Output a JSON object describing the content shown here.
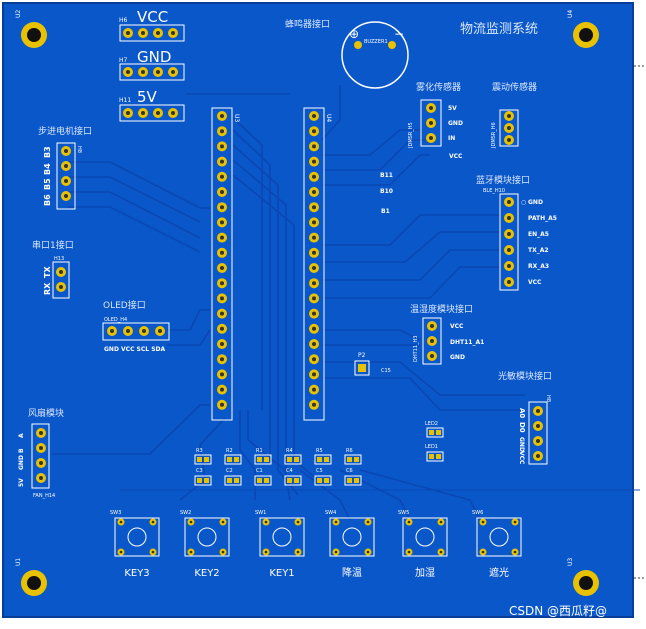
{
  "title": "物流监测系统",
  "watermark": "CSDN @西瓜籽@",
  "colors": {
    "board": "#0a57c9",
    "board_edge": "#0b3f9c",
    "trace": "#0b49b8",
    "pad": "#e8c100",
    "silk": "#ffffff",
    "label_cn": "#dbe7ff"
  },
  "mount_holes": {
    "tl": "U2",
    "tr": "U4",
    "bl": "U1",
    "br": "U3"
  },
  "power_headers": [
    {
      "label": "VCC",
      "ref": "H6"
    },
    {
      "label": "GND",
      "ref": "H7"
    },
    {
      "label": "5V",
      "ref": "H11"
    }
  ],
  "buzzer": {
    "label": "蜂鸣器接口",
    "ref": "BUZZER1"
  },
  "mcu_headers": {
    "left": "U3",
    "right": "U4"
  },
  "stepper": {
    "label": "步进电机接口",
    "ref": "H8",
    "pins": [
      "B3",
      "B4",
      "B5",
      "B6"
    ]
  },
  "uart": {
    "label": "串口1接口",
    "ref": "H13",
    "pins": [
      "RX",
      "TX"
    ]
  },
  "oled": {
    "label": "OLED接口",
    "ref": "OLED_H4",
    "pins": "GND VCC SCL SDA"
  },
  "fan": {
    "label": "风扇模块",
    "ref": "FAN_H14",
    "pins": [
      "A",
      "B",
      "GND",
      "5V"
    ]
  },
  "mist": {
    "label": "雾化传感器",
    "ref": "JDMSR_H5",
    "pins": [
      "5V",
      "GND",
      "IN"
    ],
    "vcc": "VCC",
    "pin_labels": [
      "B11",
      "B10",
      "B1"
    ]
  },
  "vibration": {
    "label": "震动传感器",
    "ref": "JDMSR_H6"
  },
  "bluetooth": {
    "label": "蓝牙模块接口",
    "ref": "BLE_H10",
    "pins": [
      "GND",
      "PATH_A5",
      "EN_A5",
      "TX_A2",
      "RX_A3",
      "VCC"
    ]
  },
  "dht": {
    "label": "温湿度模块接口",
    "ref": "DHT11_H3",
    "pins": [
      "VCC",
      "DHT11_A1",
      "GND"
    ]
  },
  "p2": {
    "ref": "P2",
    "cap": "C15"
  },
  "light": {
    "label": "光敏模块接口",
    "ref": "H8",
    "pins": [
      "A0",
      "D0",
      "GND",
      "VCC"
    ]
  },
  "leds": [
    "LED2",
    "LED1"
  ],
  "resistors": [
    "R3",
    "R2",
    "R1",
    "R4",
    "R5",
    "R6"
  ],
  "caps": [
    "C3",
    "C2",
    "C1",
    "C4",
    "C5",
    "C6"
  ],
  "switches": [
    {
      "ref": "SW3",
      "label": "KEY3"
    },
    {
      "ref": "SW2",
      "label": "KEY2"
    },
    {
      "ref": "SW1",
      "label": "KEY1"
    },
    {
      "ref": "SW4",
      "label": "降温"
    },
    {
      "ref": "SW5",
      "label": "加湿"
    },
    {
      "ref": "SW6",
      "label": "遮光"
    }
  ]
}
